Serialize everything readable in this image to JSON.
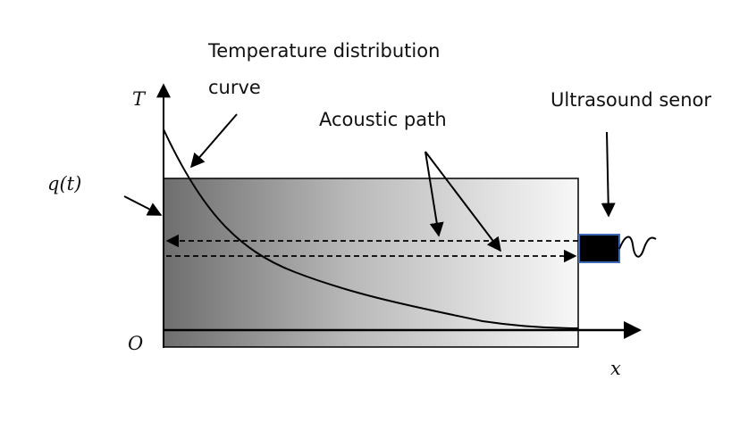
{
  "labels": {
    "temperature_curve": [
      "Temperature distribution",
      "curve"
    ],
    "acoustic_path": "Acoustic path",
    "ultrasound_sensor": "Ultrasound senor",
    "axis_T": "T",
    "axis_x": "x",
    "origin": "O",
    "heat_flux": "q(t)"
  },
  "colors": {
    "slab_dark": "#6e6e6e",
    "slab_light": "#f8f8f8",
    "sensor_fill": "#000000",
    "sensor_border": "#3d6bb3",
    "stroke": "#000000"
  }
}
